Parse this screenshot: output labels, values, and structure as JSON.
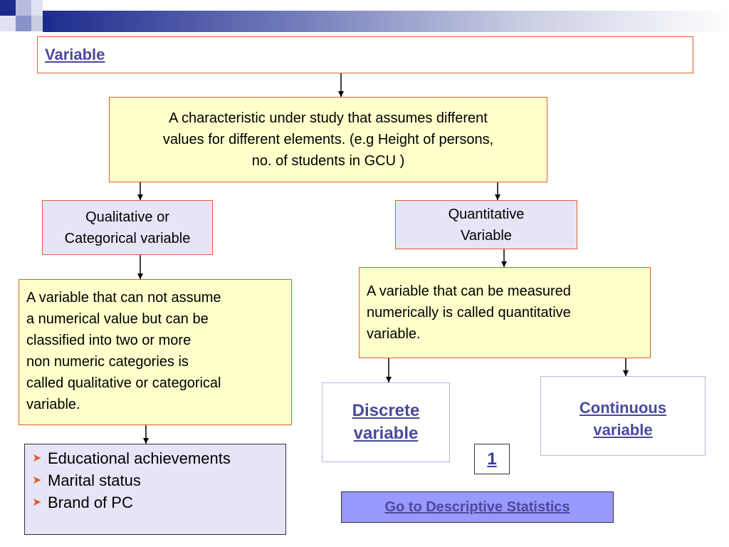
{
  "header": {
    "title": "Variable"
  },
  "definition": {
    "text_lines": [
      "A characteristic under study that assumes different",
      "values for different elements. (e.g Height of persons,",
      "no. of students in GCU )"
    ]
  },
  "qualitative": {
    "label_lines": [
      "Qualitative or",
      "Categorical variable"
    ],
    "definition_lines": [
      "A variable that can not assume",
      "a numerical value but can be",
      "classified into two or more",
      "non numeric categories is",
      "called qualitative or categorical",
      "variable."
    ],
    "examples": [
      "Educational achievements",
      "Marital status",
      "Brand of PC"
    ]
  },
  "quantitative": {
    "label_lines": [
      "Quantitative",
      "Variable"
    ],
    "definition_lines": [
      "A variable that can be measured",
      "numerically is called quantitative",
      "variable."
    ],
    "discrete_lines": [
      "Discrete",
      "variable"
    ],
    "continuous_lines": [
      "Continuous",
      "variable"
    ]
  },
  "page_number": "1",
  "goto_link": "Go to Descriptive Statistics",
  "colors": {
    "border_accent": "#e0602a",
    "yellow_fill": "#ffffcc",
    "lavender_fill": "#e8e4f8",
    "link": "#4a4a9c",
    "goto_fill": "#9999ff",
    "header_dark": "#1c2b8c"
  },
  "icons": {
    "bullet": "right-arrow-bullet-icon"
  }
}
